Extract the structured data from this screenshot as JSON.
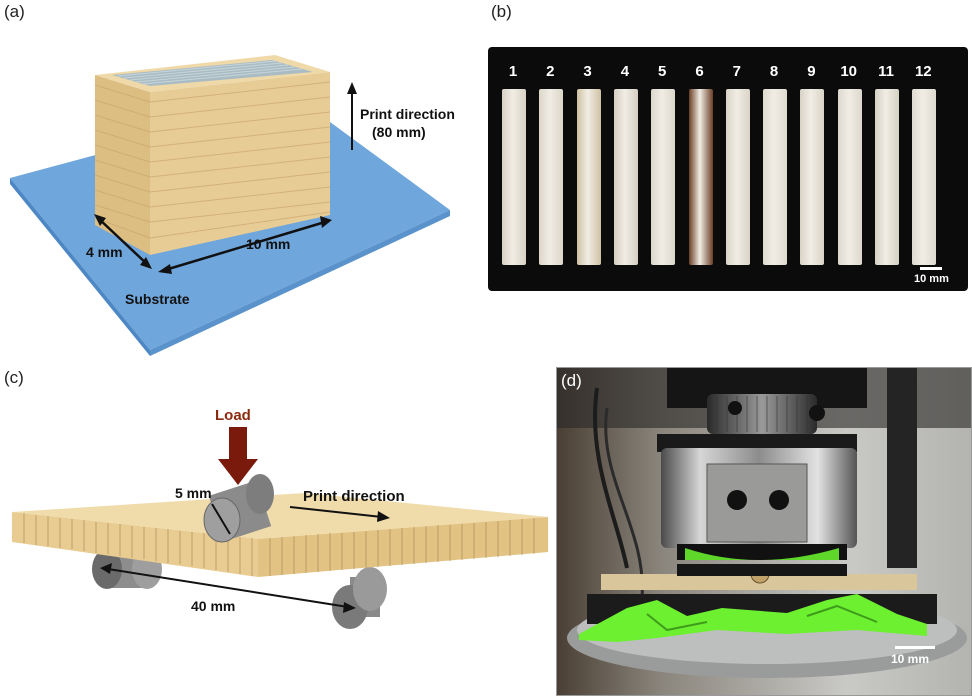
{
  "panel_a": {
    "label": "(a)",
    "print_direction_line1": "Print direction",
    "print_direction_line2": "(80 mm)",
    "dim_depth": "4 mm",
    "dim_width": "10 mm",
    "substrate": "Substrate"
  },
  "panel_b": {
    "label": "(b)",
    "specimen_numbers": [
      "1",
      "2",
      "3",
      "4",
      "5",
      "6",
      "7",
      "8",
      "9",
      "10",
      "11",
      "12"
    ],
    "scale_bar": "10 mm"
  },
  "panel_c": {
    "label": "(c)",
    "load": "Load",
    "roller_diameter": "5 mm",
    "print_direction": "Print direction",
    "span": "40 mm"
  },
  "panel_d": {
    "label": "(d)",
    "scale_bar": "10 mm"
  },
  "colors": {
    "print_block": "#e9cf9c",
    "substrate": "#6fa6dc",
    "load_arrow": "#7a1a0c",
    "load_text": "#8a2a0e",
    "green_specimen": "#6cf030",
    "photo_bg": "#0b0b0b"
  }
}
